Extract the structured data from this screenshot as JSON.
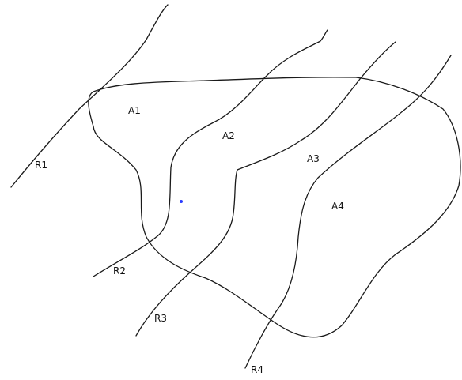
{
  "diagram": {
    "area_labels": {
      "a1": "A1",
      "a2": "A2",
      "a3": "A3",
      "a4": "A4"
    },
    "curve_labels": {
      "r1": "R1",
      "r2": "R2",
      "r3": "R3",
      "r4": "R4"
    },
    "colors": {
      "stroke": "#1a1a1a",
      "text": "#111111",
      "point": "#2a3cff"
    }
  }
}
